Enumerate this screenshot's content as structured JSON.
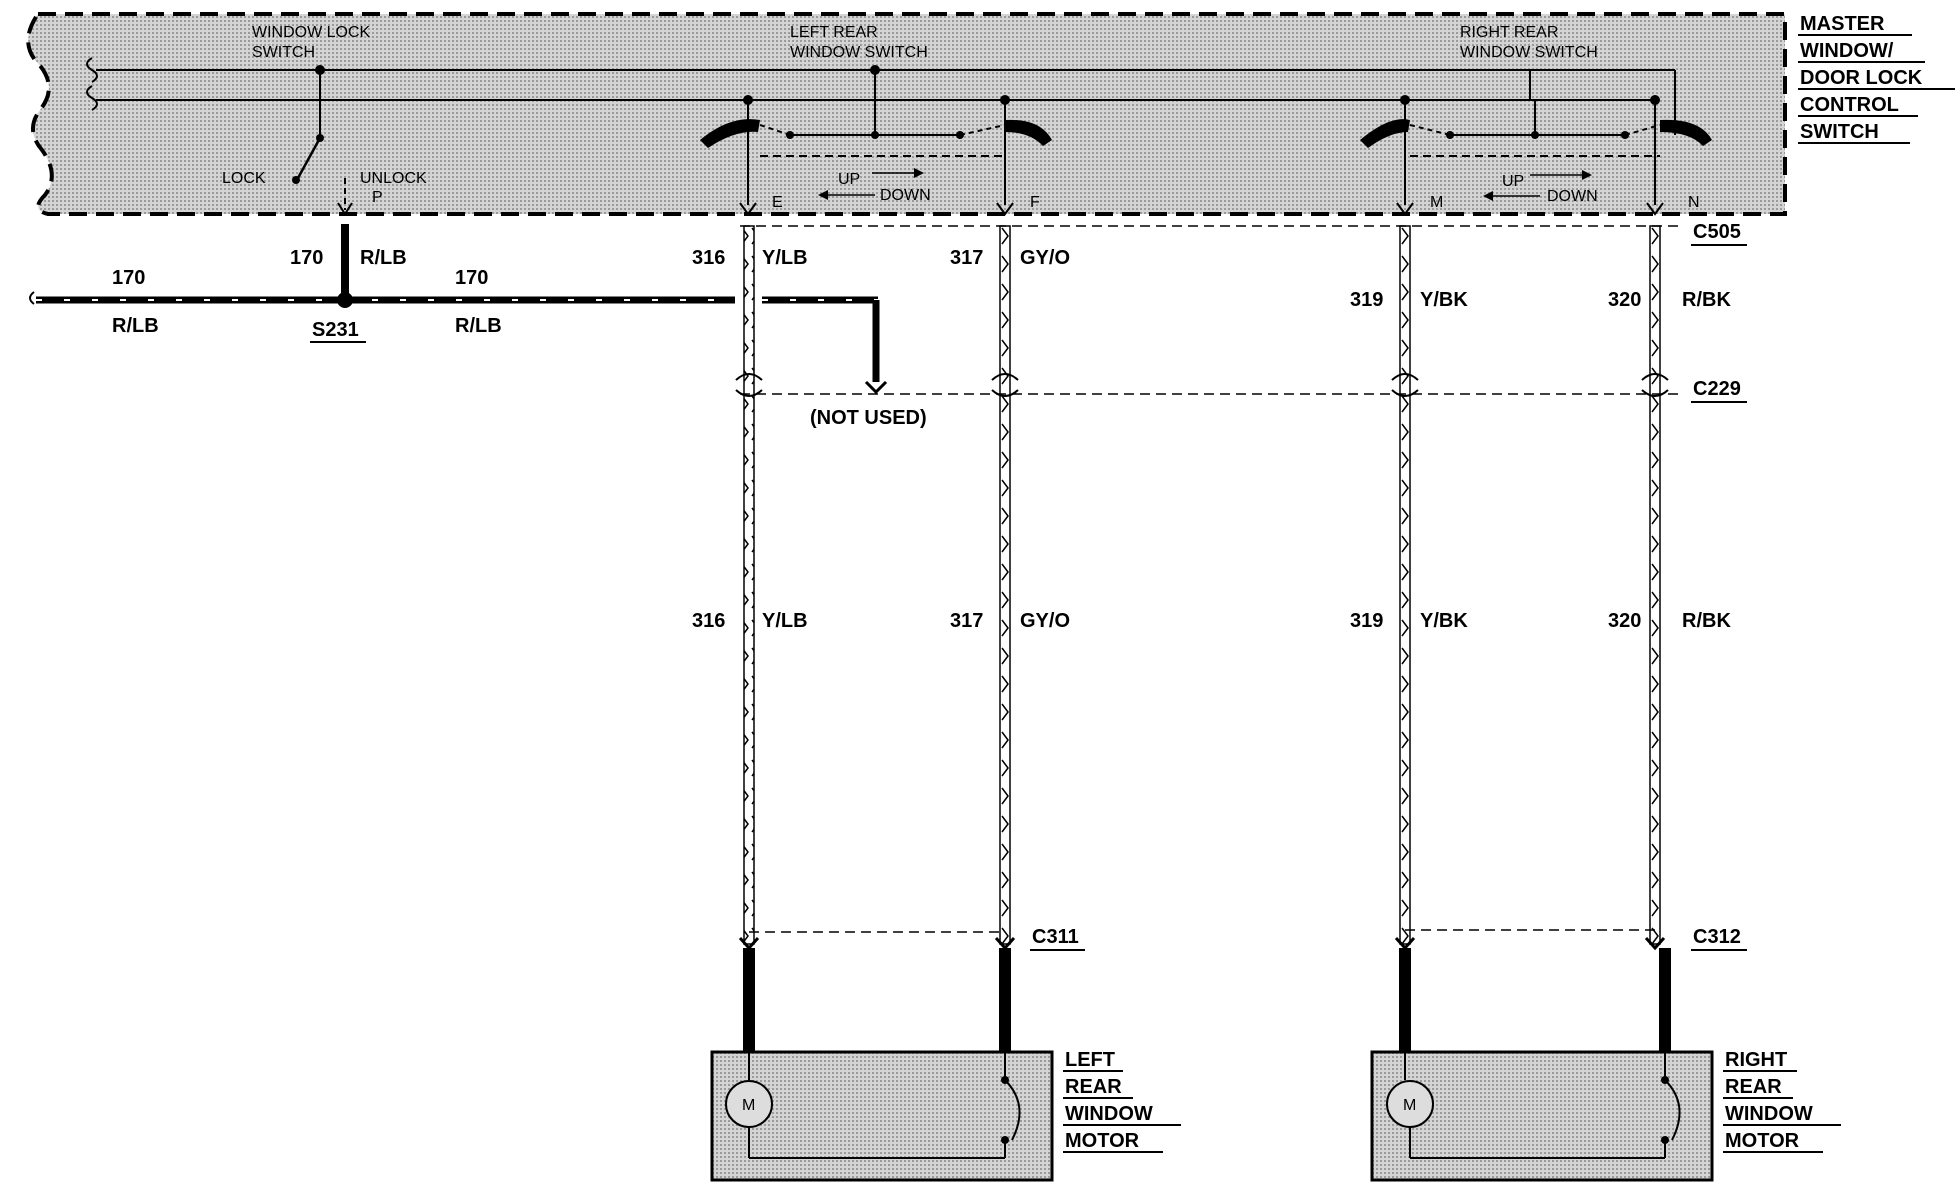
{
  "master_switch": {
    "title_lines": [
      "MASTER",
      "WINDOW/",
      "DOOR LOCK",
      "CONTROL",
      "SWITCH"
    ],
    "window_lock_switch": [
      "WINDOW LOCK",
      "SWITCH"
    ],
    "lock_label": "LOCK",
    "unlock_label": "UNLOCK",
    "pin_p": "P",
    "left_rear_switch": [
      "LEFT REAR",
      "WINDOW SWITCH"
    ],
    "right_rear_switch": [
      "RIGHT REAR",
      "WINDOW SWITCH"
    ],
    "up_label": "UP",
    "down_label": "DOWN",
    "pins": {
      "e": "E",
      "f": "F",
      "m": "M",
      "n": "N"
    }
  },
  "connectors": {
    "c505": "C505",
    "c229": "C229",
    "c311": "C311",
    "c312": "C312",
    "s231": "S231"
  },
  "wires": {
    "w170": {
      "circuit": "170",
      "color": "R/LB"
    },
    "w316": {
      "circuit": "316",
      "color": "Y/LB"
    },
    "w317": {
      "circuit": "317",
      "color": "GY/O"
    },
    "w319": {
      "circuit": "319",
      "color": "Y/BK"
    },
    "w320": {
      "circuit": "320",
      "color": "R/BK"
    }
  },
  "not_used": "(NOT USED)",
  "motor_symbol": "M",
  "left_motor": [
    "LEFT",
    "REAR",
    "WINDOW",
    "MOTOR"
  ],
  "right_motor": [
    "RIGHT",
    "REAR",
    "WINDOW",
    "MOTOR"
  ],
  "colors": {
    "ink": "#000000",
    "shade": "#c8c8c8",
    "paper": "#ffffff"
  }
}
